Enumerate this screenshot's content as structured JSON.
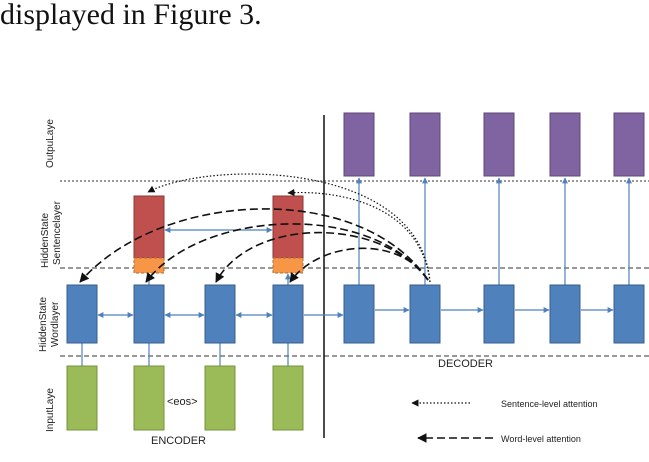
{
  "caption_text": "displayed in Figure 3.",
  "layers": {
    "output": "OutpuLaye",
    "sentence_line1": "HiddenState",
    "sentence_line2": "Sentencelayer",
    "word_line1": "HiddenState",
    "word_line2": "Wordlayer",
    "input": "InputLaye"
  },
  "labels": {
    "eos": "<eos>",
    "encoder": "ENCODER",
    "decoder": "DECODER"
  },
  "legend": {
    "sentence_attention": "Sentence-level attention",
    "word_attention": "Word-level attention"
  },
  "colors": {
    "input_box": "#9bbb59",
    "word_box": "#4f81bd",
    "sentence_box": "#c0504d",
    "sentence_footer": "#f79646",
    "output_box": "#8064a2",
    "connector": "#4f81bd",
    "box_border": "#385d8a"
  }
}
